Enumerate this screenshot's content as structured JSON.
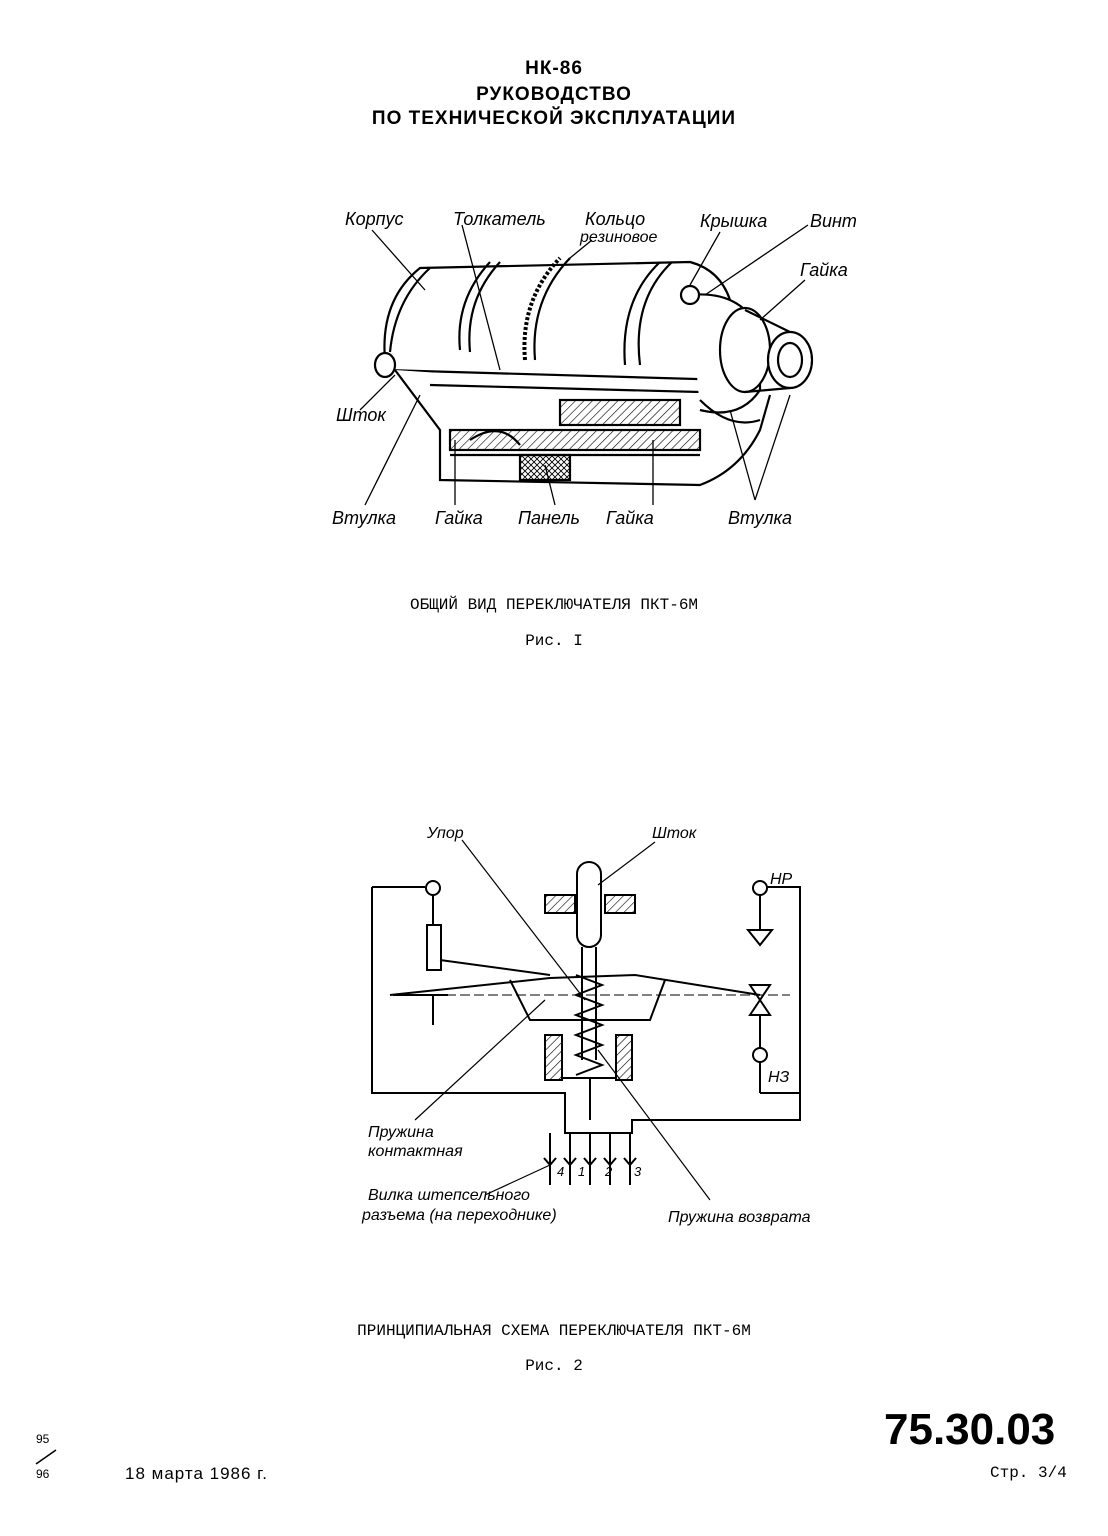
{
  "header": {
    "line1": "НК-86",
    "line2": "РУКОВОДСТВО",
    "line3": "ПО ТЕХНИЧЕСКОЙ ЭКСПЛУАТАЦИИ"
  },
  "figure1": {
    "labels": {
      "korpus": "Корпус",
      "tolkatel": "Толкатель",
      "koltso1": "Кольцо",
      "koltso2": "резиновое",
      "kryshka": "Крышка",
      "vint": "Винт",
      "gayka_top": "Гайка",
      "shtok": "Шток",
      "vtulka_left": "Втулка",
      "gayka1": "Гайка",
      "panel": "Панель",
      "gayka2": "Гайка",
      "vtulka_right": "Втулка"
    },
    "caption": "ОБЩИЙ ВИД ПЕРЕКЛЮЧАТЕЛЯ ПКТ-6М",
    "number": "Рис. I"
  },
  "figure2": {
    "labels": {
      "upor": "Упор",
      "shtok": "Шток",
      "np": "НР",
      "nz": "НЗ",
      "pruzhina1": "Пружина",
      "pruzhina2": "контактная",
      "vilka1": "Вилка штепсельного",
      "vilka2": "разъема (на переходнике)",
      "vozvrat": "Пружина возврата",
      "pin4": "4",
      "pin1": "1",
      "pin2": "2",
      "pin3": "3"
    },
    "caption": "ПРИНЦИПИАЛЬНАЯ СХЕМА ПЕРЕКЛЮЧАТЕЛЯ ПКТ-6М",
    "number": "Рис. 2"
  },
  "footer": {
    "doc_code": "75.30.03",
    "page": "Стр. 3/4",
    "date": "18 марта 1986 г.",
    "rev_top": "95",
    "rev_bottom": "96"
  }
}
